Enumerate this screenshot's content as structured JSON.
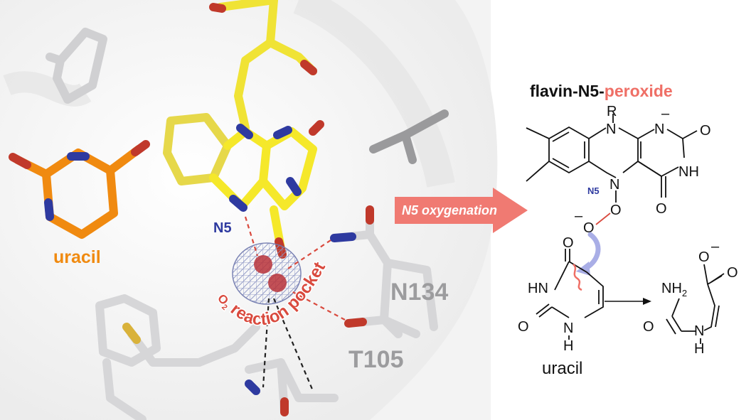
{
  "colors": {
    "carbon_flavin": "#f5e82a",
    "carbon_uracil": "#f08a10",
    "carbon_protein": "#d4d4d6",
    "nitrogen": "#2e3aa0",
    "oxygen": "#c0392b",
    "sulfur": "#d9b23a",
    "label_red": "#d94a3e",
    "peroxide_pink": "#ef6f66",
    "arrow_fill": "#f07a72",
    "curved_arrow": "#a9aee6"
  },
  "left_panel": {
    "uracil_label": "uracil",
    "n5_label": "N5",
    "pocket_label_o": "O",
    "pocket_label_sub": "2",
    "pocket_label_text": "reaction pocket",
    "residue_1": "N134",
    "residue_2": "T105"
  },
  "arrow": {
    "label": "N5 oxygenation"
  },
  "right_panel": {
    "title_part1": "flavin-N5-",
    "title_part2": "peroxide",
    "atoms": {
      "R": "R",
      "N_top_left": "N",
      "N_top_right": "N",
      "minus_N": "–",
      "O_top": "O",
      "NH": "NH",
      "N5_small": "N5",
      "N_mid": "N",
      "O_carbonyl_mid": "O",
      "O_peroxide_1": "O",
      "O_peroxide_2": "O",
      "minus_O": "–",
      "uracil_O_top": "O",
      "uracil_HN": "HN",
      "uracil_O_bottom": "O",
      "uracil_N": "N",
      "uracil_H": "H",
      "uracil_name": "uracil",
      "product_O_top": "O",
      "product_minus": "–",
      "product_O": "O",
      "product_NH2": "NH",
      "product_NH2_sub": "2",
      "product_O_left": "O",
      "product_N": "N",
      "product_H": "H"
    }
  }
}
